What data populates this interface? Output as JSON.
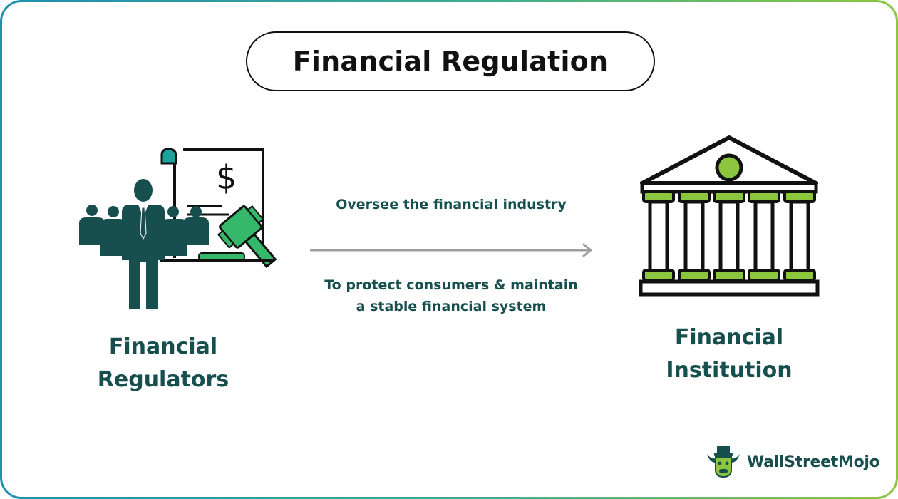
{
  "title": "Financial Regulation",
  "nodes": {
    "left": {
      "line1": "Financial",
      "line2": "Regulators"
    },
    "right": {
      "line1": "Financial",
      "line2": "Institution"
    }
  },
  "edge": {
    "top_label": "Oversee the financial industry",
    "bottom_line1": "To protect consumers & maintain",
    "bottom_line2": "a stable financial system"
  },
  "document_symbol": "$",
  "brand": {
    "name": "WallStreetMojo"
  },
  "colors": {
    "teal_dark": "#174f4f",
    "green": "#8cc63f",
    "gavel_green": "#35b86a",
    "arrow_gray": "#9e9e9e",
    "border_blue": "#1e8fb0"
  }
}
